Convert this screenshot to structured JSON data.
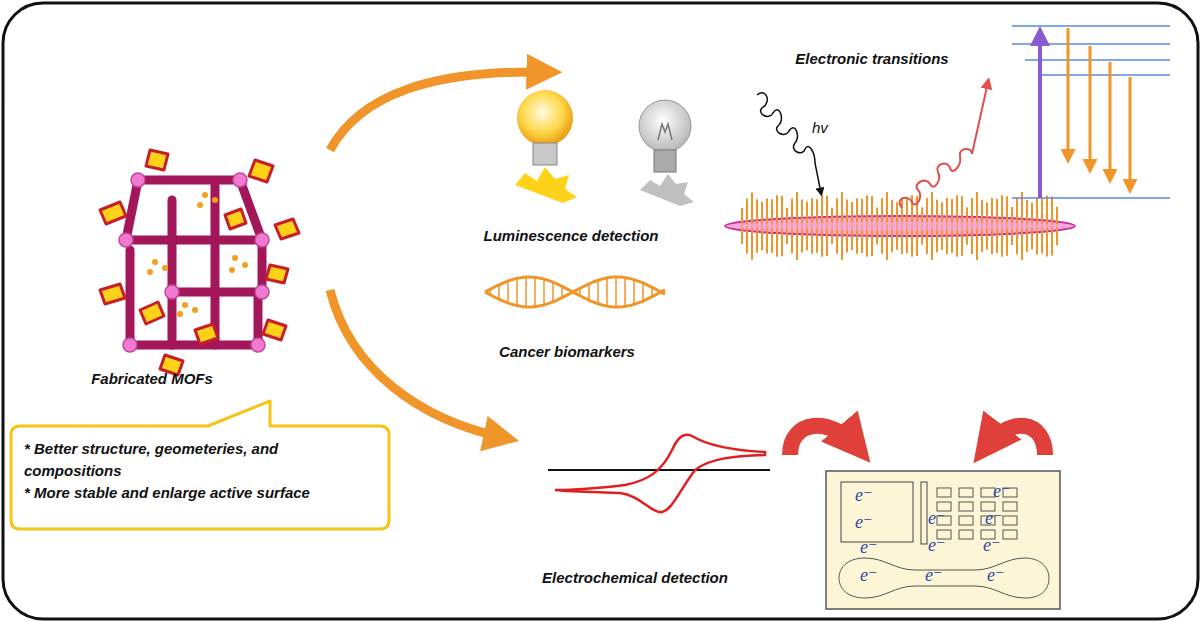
{
  "diagram": {
    "nodes": [
      {
        "text": [
          "* Better structure, geometeries, and compositions",
          "* More stable and enlarge active surface"
        ]
      },
      {
        "text": [
          "e⁻",
          "e⁻",
          "e⁻",
          "e⁻",
          "e⁻",
          "e⁻",
          "e⁻",
          "e⁻",
          "e⁻",
          "e⁻",
          "e⁻"
        ]
      }
    ],
    "labels": [
      "Fabricated MOFs",
      "Luminescence detection",
      "Cancer biomarkers",
      "Electronic transitions",
      "hv",
      "Electrochemical detection"
    ]
  }
}
